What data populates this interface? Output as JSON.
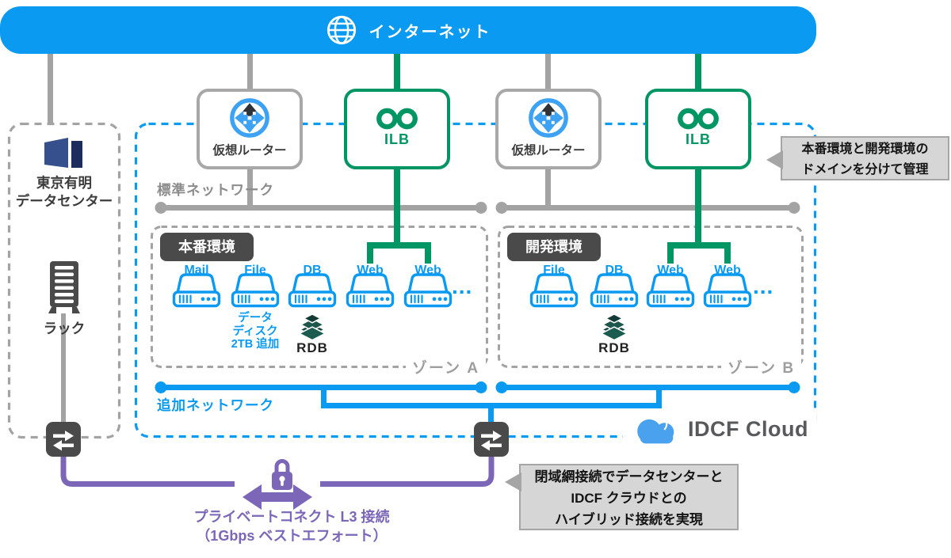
{
  "colors": {
    "primary_blue": "#0a9af2",
    "green": "#009663",
    "gray": "#a3a3a3",
    "dark_gray": "#4a4a4a",
    "purple": "#7b66b7",
    "callout_bg": "#d6d6d6",
    "cloud_logo_blue": "#4aa2ee"
  },
  "internet": {
    "label": "インターネット"
  },
  "datacenter": {
    "name_line1": "東京有明",
    "name_line2": "データセンター",
    "rack_label": "ラック"
  },
  "virtual_router": {
    "label": "仮想ルーター"
  },
  "ilb": {
    "label": "ILB"
  },
  "standard_network": {
    "label": "標準ネットワーク"
  },
  "additional_network": {
    "label": "追加ネットワーク"
  },
  "zones": [
    {
      "badge": "本番環境",
      "zone_label": "ゾーン A",
      "servers": [
        "Mail",
        "File",
        "DB",
        "Web",
        "Web"
      ],
      "ellipsis": "...",
      "file_note_lines": [
        "データ",
        "ディスク",
        "2TB 追加"
      ],
      "rdb_label": "RDB"
    },
    {
      "badge": "開発環境",
      "zone_label": "ゾーン B",
      "servers": [
        "File",
        "DB",
        "Web",
        "Web"
      ],
      "ellipsis": "...",
      "rdb_label": "RDB"
    }
  ],
  "idcf_logo": {
    "text": "IDCF Cloud"
  },
  "callouts": [
    {
      "lines": [
        "本番環境と開発環境の",
        "ドメインを分けて管理"
      ]
    },
    {
      "lines": [
        "閉域網接続でデータセンターと",
        "IDCF クラウドとの",
        "ハイブリッド接続を実現"
      ]
    }
  ],
  "private_connect": {
    "line1": "プライベートコネクト L3 接続",
    "line2": "（1Gbps ベストエフォート）"
  }
}
